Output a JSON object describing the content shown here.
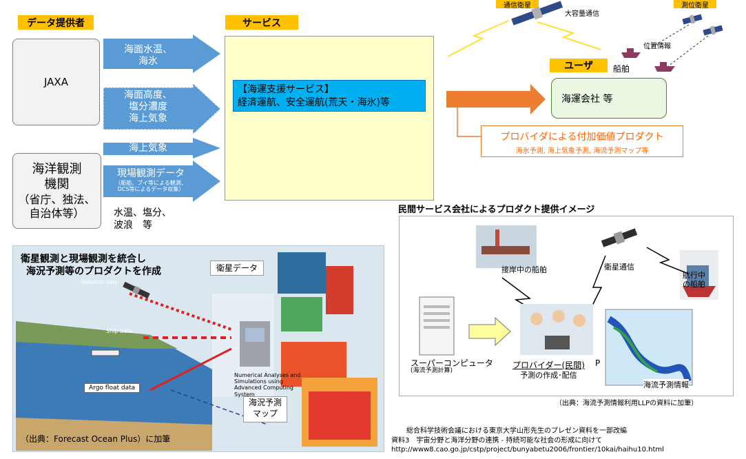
{
  "labels": {
    "data_provider": "データ提供者",
    "service": "サービス",
    "user": "ユーザ",
    "comm_satellite": "通信衛星",
    "positioning_satellite": "測位衛星",
    "high_capacity_comm": "大容量通信",
    "position_info": "位置情報",
    "ship": "船舶"
  },
  "providers": {
    "jaxa": "JAXA",
    "ocean_obs": [
      "海洋観測",
      "機関",
      "（省庁、独法、",
      "自治体等）"
    ]
  },
  "arrows": {
    "sst_seaice": [
      "海面水温、",
      "海氷"
    ],
    "height_salinity_weather": [
      "海面高度、",
      "塩分濃度",
      "海上気象"
    ],
    "sea_weather": "海上気象",
    "insitu_title": "現場観測データ",
    "insitu_sub": [
      "（船舶、ブイ等による観測、",
      "DCS等によるデータ収集）"
    ]
  },
  "insitu_items": [
    "水温、塩分、",
    "波浪　等"
  ],
  "service_box": {
    "title": "【海運支援サービス】",
    "body": "経済運航、安全運航(荒天・海氷)等"
  },
  "user_box": "海運会社 等",
  "value_added": {
    "title": "プロバイダによる付加価値プロダクト",
    "sub": "海氷予測, 海上気象予測, 海流予測マップ等"
  },
  "left_figure": {
    "heading": [
      "衛星観測と現場観測を統合し",
      "海況予測等のプロダクトを作成"
    ],
    "satellite_data_box": "衛星データ",
    "satellite_data": "Satellite data",
    "ship_data": "Ship data",
    "argo": "Argo float data",
    "numerical": [
      "Numerical Analyses and",
      "Simulations using",
      "Advanced Computing",
      "System"
    ],
    "forecast_map": [
      "海況予測",
      "マップ"
    ],
    "source": "（出典：Forecast Ocean Plus）に加筆"
  },
  "right_figure": {
    "heading": "民間サービス会社によるプロダクト提供イメージ",
    "berthing_ship": "接岸中の船舶",
    "sat_comm": "衛星通信",
    "sailing_ship": [
      "航行中",
      "の船舶"
    ],
    "supercomputer": "スーパーコンピュータ",
    "supercomputer_sub": "(海流予測計算)",
    "provider": "プロバイダー(民間)",
    "provider_sub": "予測の作成･配信",
    "p_mark": "P",
    "current_info": "海流予測情報",
    "source": "（出典：海流予測情報利用LLPの資料に加筆）"
  },
  "footer": [
    "総合科学技術会議における東京大学山形先生のプレゼン資料を一部改編",
    "資料3　宇宙分野と海洋分野の連携 - 持続可能な社会の形成に向けて",
    "http://www8.cao.go.jp/cstp/project/bunyabetu2006/frontier/10kai/haihu10.html"
  ],
  "colors": {
    "label_yellow": "#ffc000",
    "arrow_blue": "#5b9bd5",
    "service_fill": "#ffffcc",
    "service_title_bg": "#00b0f0",
    "user_fill": "#ebf7e3",
    "orange_arrow": "#ed7d31",
    "value_added_text": "#ff6600"
  }
}
